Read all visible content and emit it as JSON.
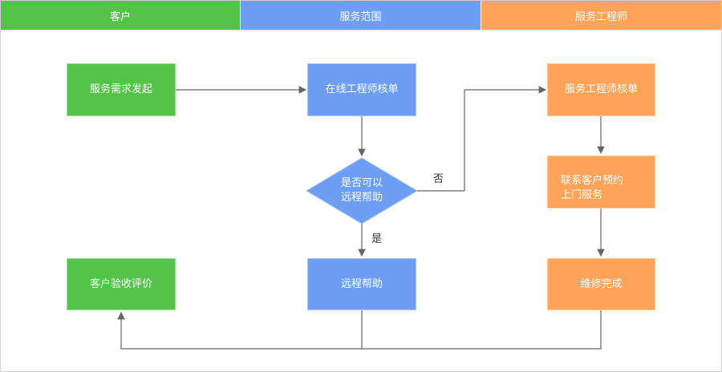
{
  "lanes": [
    {
      "label": "客户",
      "color": "#53c449"
    },
    {
      "label": "服务范围",
      "color": "#6d9ef4"
    },
    {
      "label": "服务工程师",
      "color": "#ffa458"
    }
  ],
  "nodes": {
    "service_request": "服务需求发起",
    "online_review": "在线工程师核单",
    "remote_check": [
      "是否可以",
      "远程帮助"
    ],
    "remote_help": "远程帮助",
    "customer_accept": "客户验收评价",
    "engineer_review": "服务工程师核单",
    "contact_customer": [
      "联系客户预约",
      "上门服务"
    ],
    "repair_done": "维修完成"
  },
  "edge_labels": {
    "no": "否",
    "yes": "是"
  },
  "colors": {
    "green": "#53c449",
    "blue": "#6d9ef4",
    "orange": "#ffa458",
    "line": "#666666"
  }
}
